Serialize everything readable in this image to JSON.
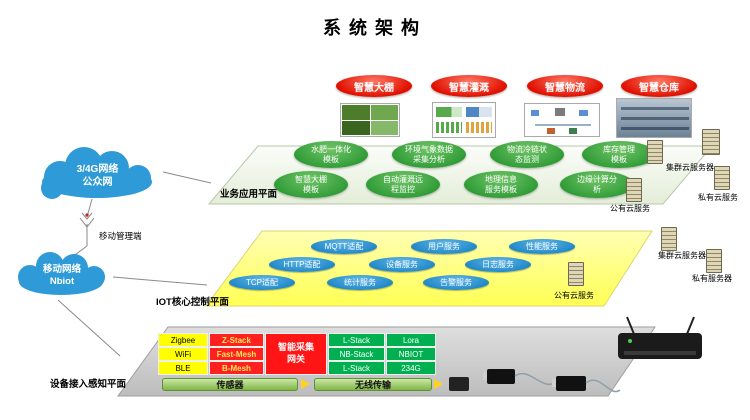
{
  "title": "系统架构",
  "apps": [
    {
      "label": "智慧大棚"
    },
    {
      "label": "智慧灌溉"
    },
    {
      "label": "智慧物流"
    },
    {
      "label": "智慧仓库"
    }
  ],
  "clouds": {
    "public_network": "3/4G网络\n公众网",
    "nbiot_network": "移动网络\nNbiot"
  },
  "mobile_management": "移动管理端",
  "business_plane": {
    "label": "业务应用平面",
    "modules_row1": [
      "水肥一体化\n模板",
      "环境气象数据\n采集分析",
      "物流冷链状\n态监测",
      "库存管理\n模板"
    ],
    "modules_row2": [
      "智慧大棚\n模板",
      "自动灌溉远\n程监控",
      "地理信息\n服务模板",
      "边缘计算分\n析"
    ],
    "servers": [
      "集群云服务器",
      "私有云服务",
      "公有云服务"
    ]
  },
  "iot_plane": {
    "label": "IOT核心控制平面",
    "services_row1": [
      "MQTT适配",
      "用户服务",
      "性能服务"
    ],
    "services_row2": [
      "HTTP适配",
      "设备服务",
      "日志服务"
    ],
    "services_row3": [
      "TCP适配",
      "统计服务",
      "告警服务"
    ],
    "servers": [
      "集群云服务器",
      "私有服务器",
      "公有云服务"
    ]
  },
  "device_plane": {
    "label": "设备接入感知平面",
    "protocols": [
      "Zigbee",
      "WiFi",
      "BLE"
    ],
    "mesh_stacks": [
      "Z-Stack",
      "Fast-Mesh",
      "B-Mesh"
    ],
    "gateway": "智能采集\n网关",
    "wan_stacks": [
      "L-Stack",
      "NB-Stack",
      "L-Stack"
    ],
    "radios": [
      "Lora",
      "NBIOT",
      "234G"
    ],
    "bottom_bars": [
      "传感器",
      "无线传输"
    ]
  },
  "icons": {
    "server": "server-tower-icon",
    "cloud": "network-cloud-icon",
    "antenna": "radio-antenna-icon",
    "gateway_device": "gateway-router-icon",
    "dongles": "usb-dongle-icon"
  },
  "colors": {
    "app_ellipse": "#e01000",
    "module_ellipse": "#2e9b35",
    "service_ellipse": "#1e87c8",
    "cloud_blue": "#2e9ad8",
    "iot_plane_fill": "#ffff66",
    "device_plane_fill": "#c9c9c9",
    "protocol_cell": "#ffff00",
    "mesh_cell": "#ff2020",
    "wan_cell": "#00b050",
    "sensor_bar": "#8ec63f"
  }
}
